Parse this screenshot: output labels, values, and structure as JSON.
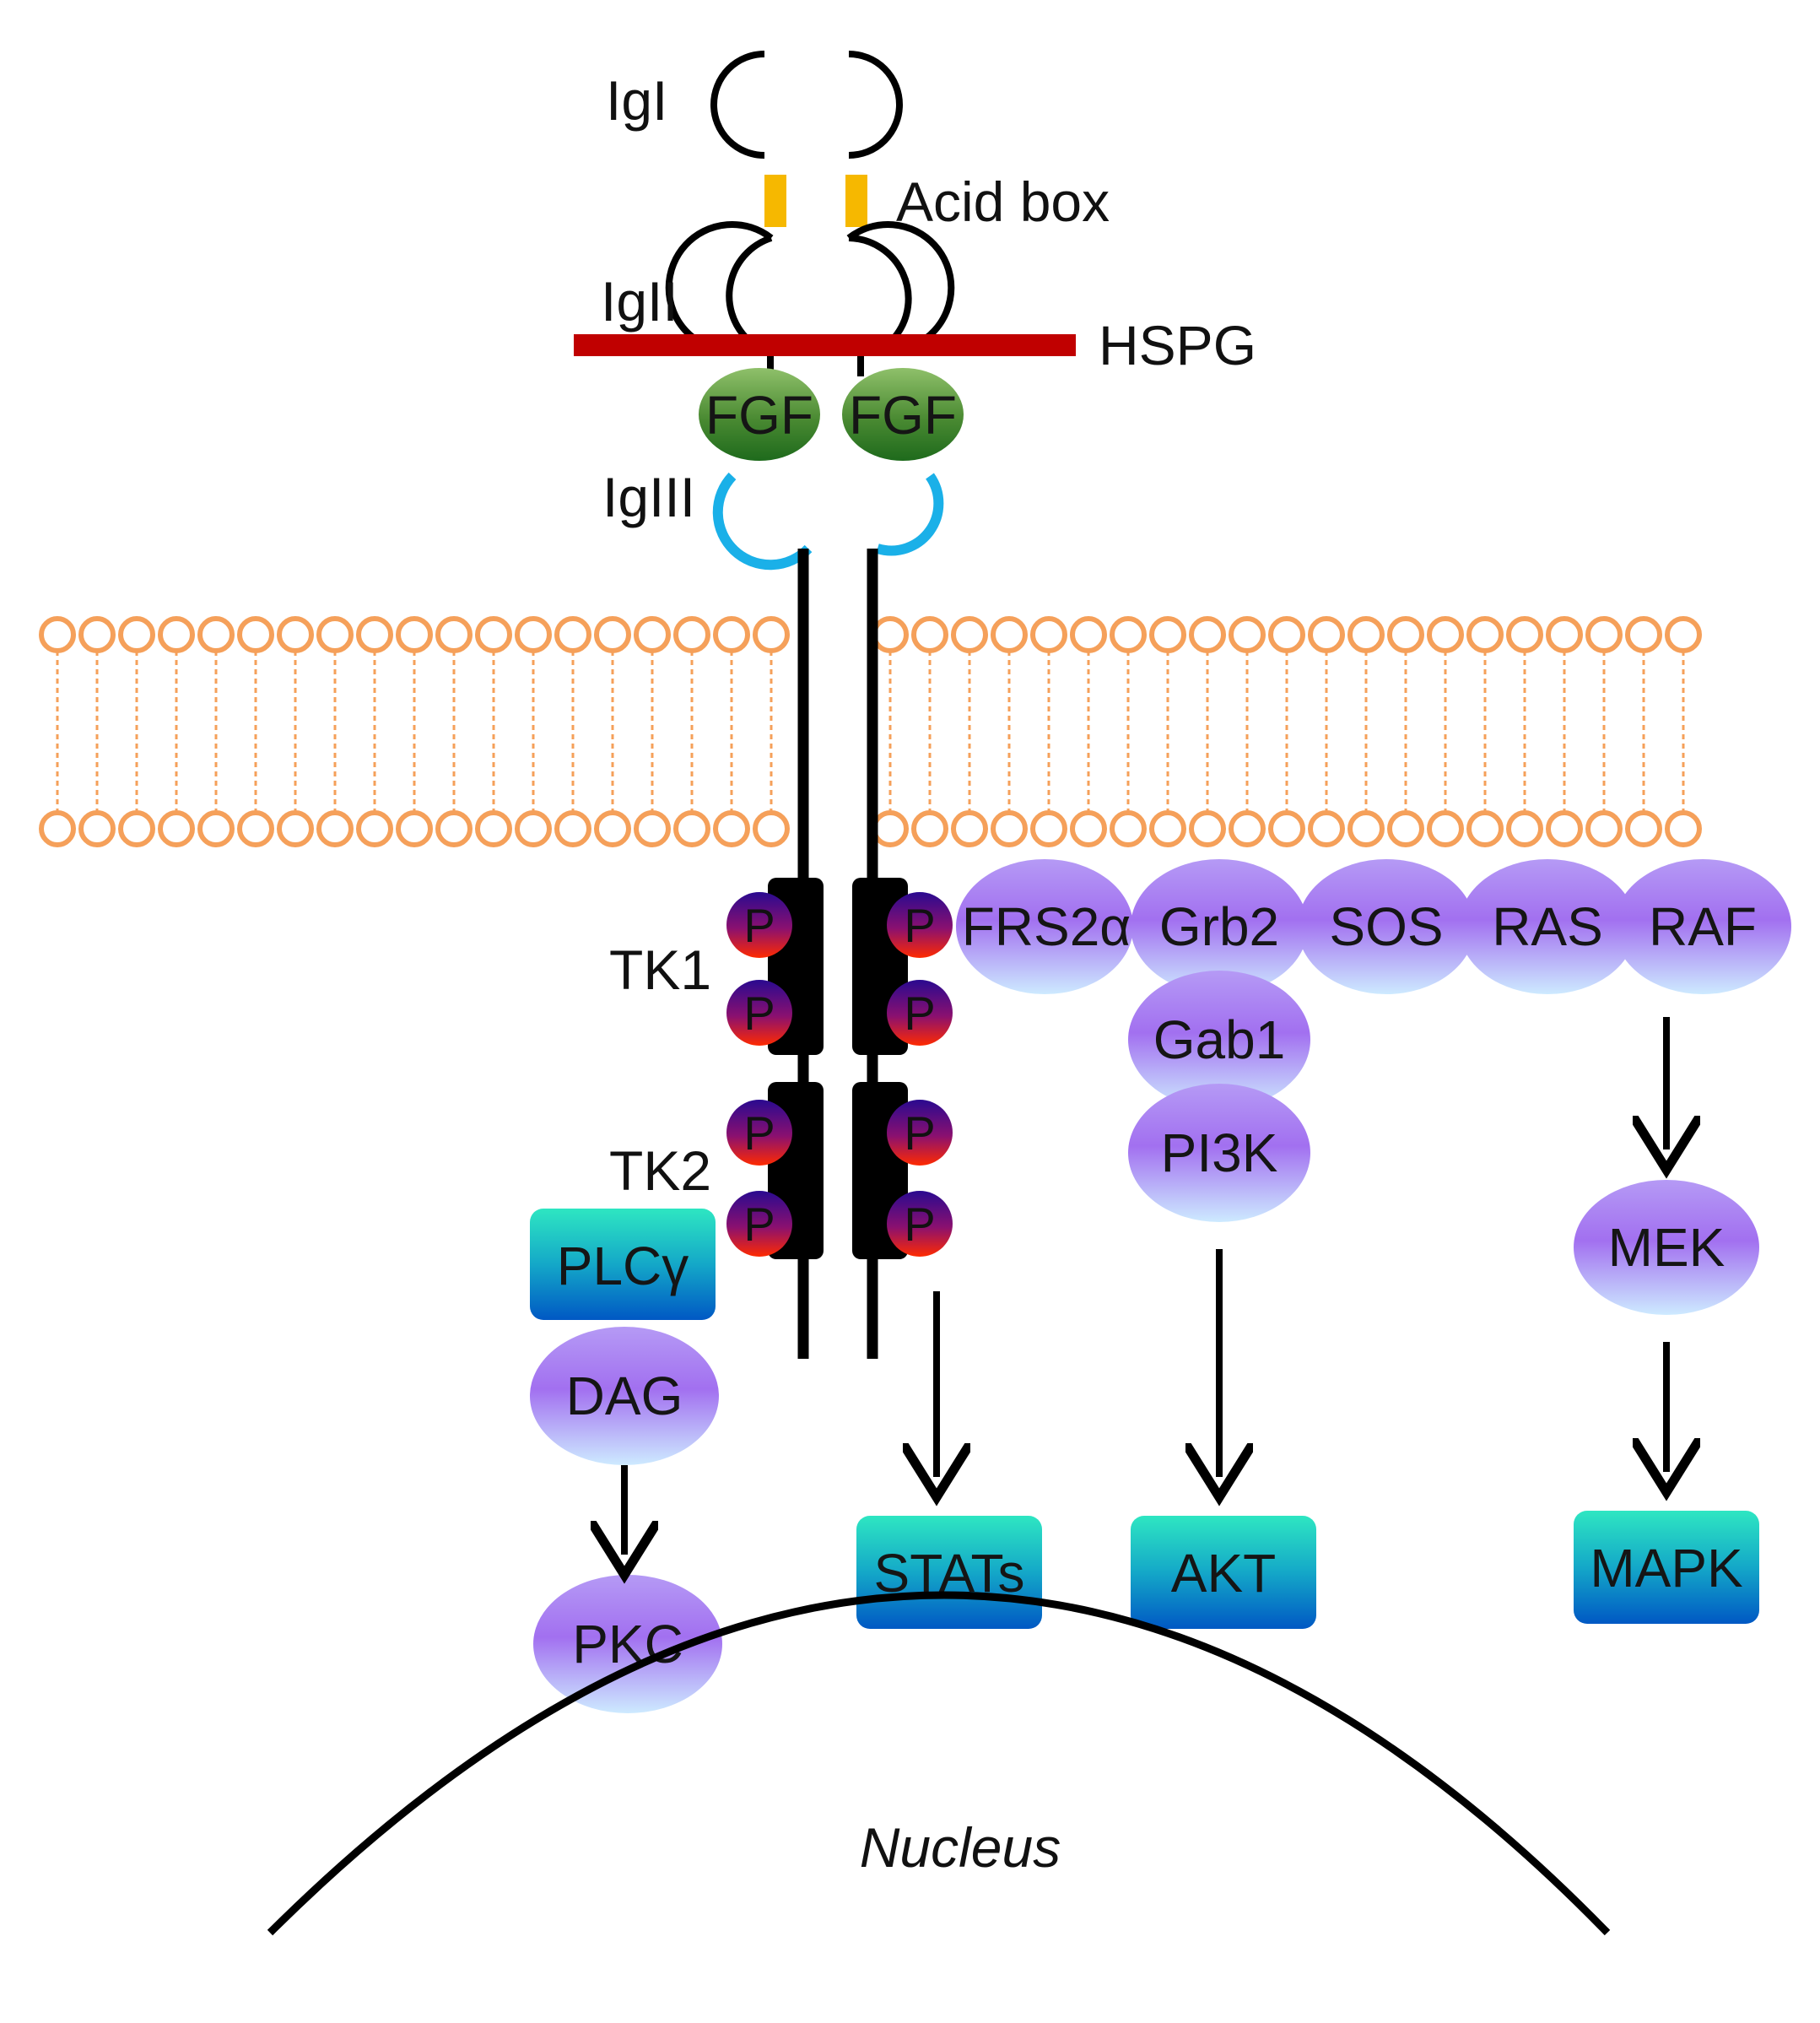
{
  "labels": {
    "igI": "IgI",
    "acid_box": "Acid box",
    "igII": "IgII",
    "hspg": "HSPG",
    "igIII": "IgIII",
    "tk1": "TK1",
    "tk2": "TK2",
    "nucleus": "Nucleus"
  },
  "ligands": {
    "fgf_left": "FGF",
    "fgf_right": "FGF"
  },
  "phospho": "P",
  "docking_complex": [
    "FRS2α",
    "Grb2",
    "SOS",
    "RAS",
    "RAF"
  ],
  "pi3k_branch": [
    "Gab1",
    "PI3K"
  ],
  "plc_branch": {
    "plc": "PLCγ",
    "dag": "DAG",
    "pkc": "PKC"
  },
  "mek": "MEK",
  "outputs": {
    "stats": "STATs",
    "akt": "AKT",
    "mapk": "MAPK"
  },
  "colors": {
    "membrane": "#f5a05a",
    "hspg": "#c00000",
    "acid_box": "#f6b800",
    "igIII": "#1ab0e8",
    "fgf": "#4d8a33",
    "receptor": "#000000",
    "phospho_top": "#2a0a8a",
    "phospho_bottom": "#ff2a00",
    "ellipse_top": "#b59af5",
    "ellipse_mid": "#a070f0",
    "ellipse_bottom": "#c8e6ff",
    "box_top": "#2ee0c0",
    "box_bottom": "#0060c8"
  }
}
